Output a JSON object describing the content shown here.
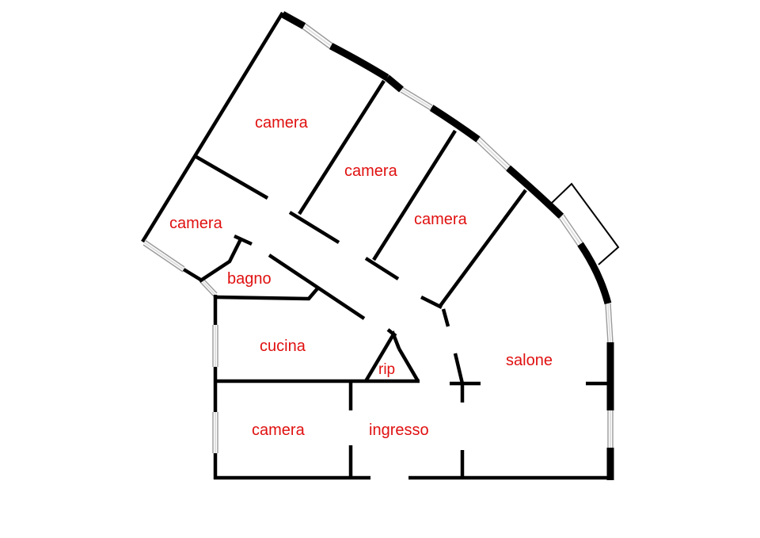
{
  "rooms": [
    {
      "id": "camera-1",
      "label": "camera"
    },
    {
      "id": "camera-2",
      "label": "camera"
    },
    {
      "id": "camera-3",
      "label": "camera"
    },
    {
      "id": "camera-4",
      "label": "camera"
    },
    {
      "id": "bagno",
      "label": "bagno"
    },
    {
      "id": "cucina",
      "label": "cucina"
    },
    {
      "id": "rip",
      "label": "rip"
    },
    {
      "id": "salone",
      "label": "salone"
    },
    {
      "id": "camera-5",
      "label": "camera"
    },
    {
      "id": "ingresso",
      "label": "ingresso"
    }
  ],
  "colors": {
    "label": "#e01010",
    "wall": "#000000",
    "window": "#9a9a9a"
  }
}
